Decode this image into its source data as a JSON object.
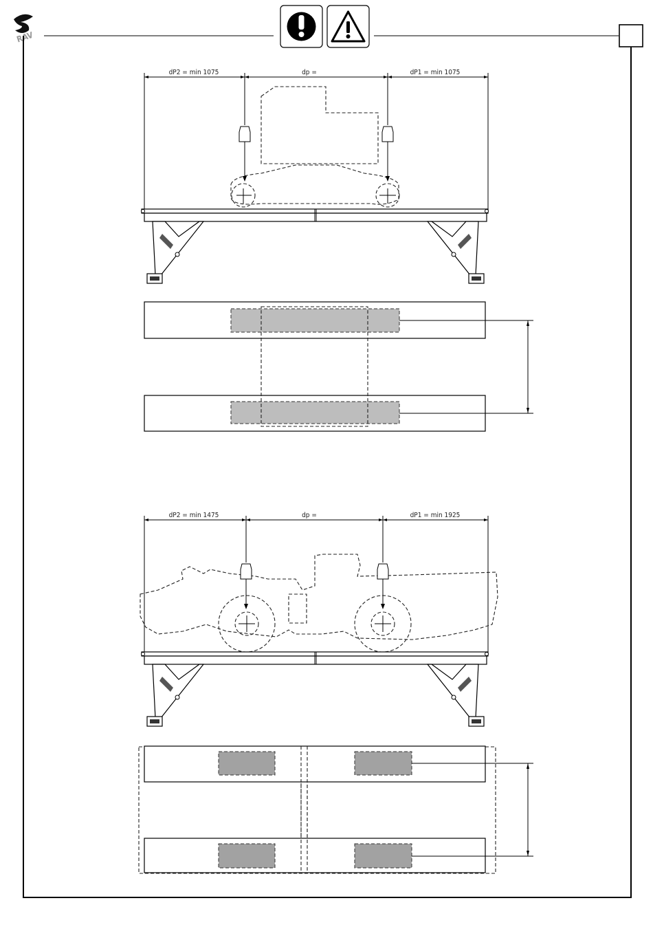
{
  "header": {
    "logo_icon": "brand-logo-icon",
    "warning_icons": [
      "exclamation-circle-icon",
      "warning-triangle-icon"
    ],
    "page_number_box": ""
  },
  "diagram_top": {
    "dim_left": "dP2 = min 1075",
    "dim_center": "dp =",
    "dim_right": "dP1 = min 1075"
  },
  "diagram_bottom": {
    "dim_left": "dP2 = min 1475",
    "dim_center": "dp =",
    "dim_right": "dP1 = min 1925"
  },
  "colors": {
    "line": "#000000",
    "pad_light": "#bdbdbd",
    "pad_dark": "#a2a2a2"
  }
}
